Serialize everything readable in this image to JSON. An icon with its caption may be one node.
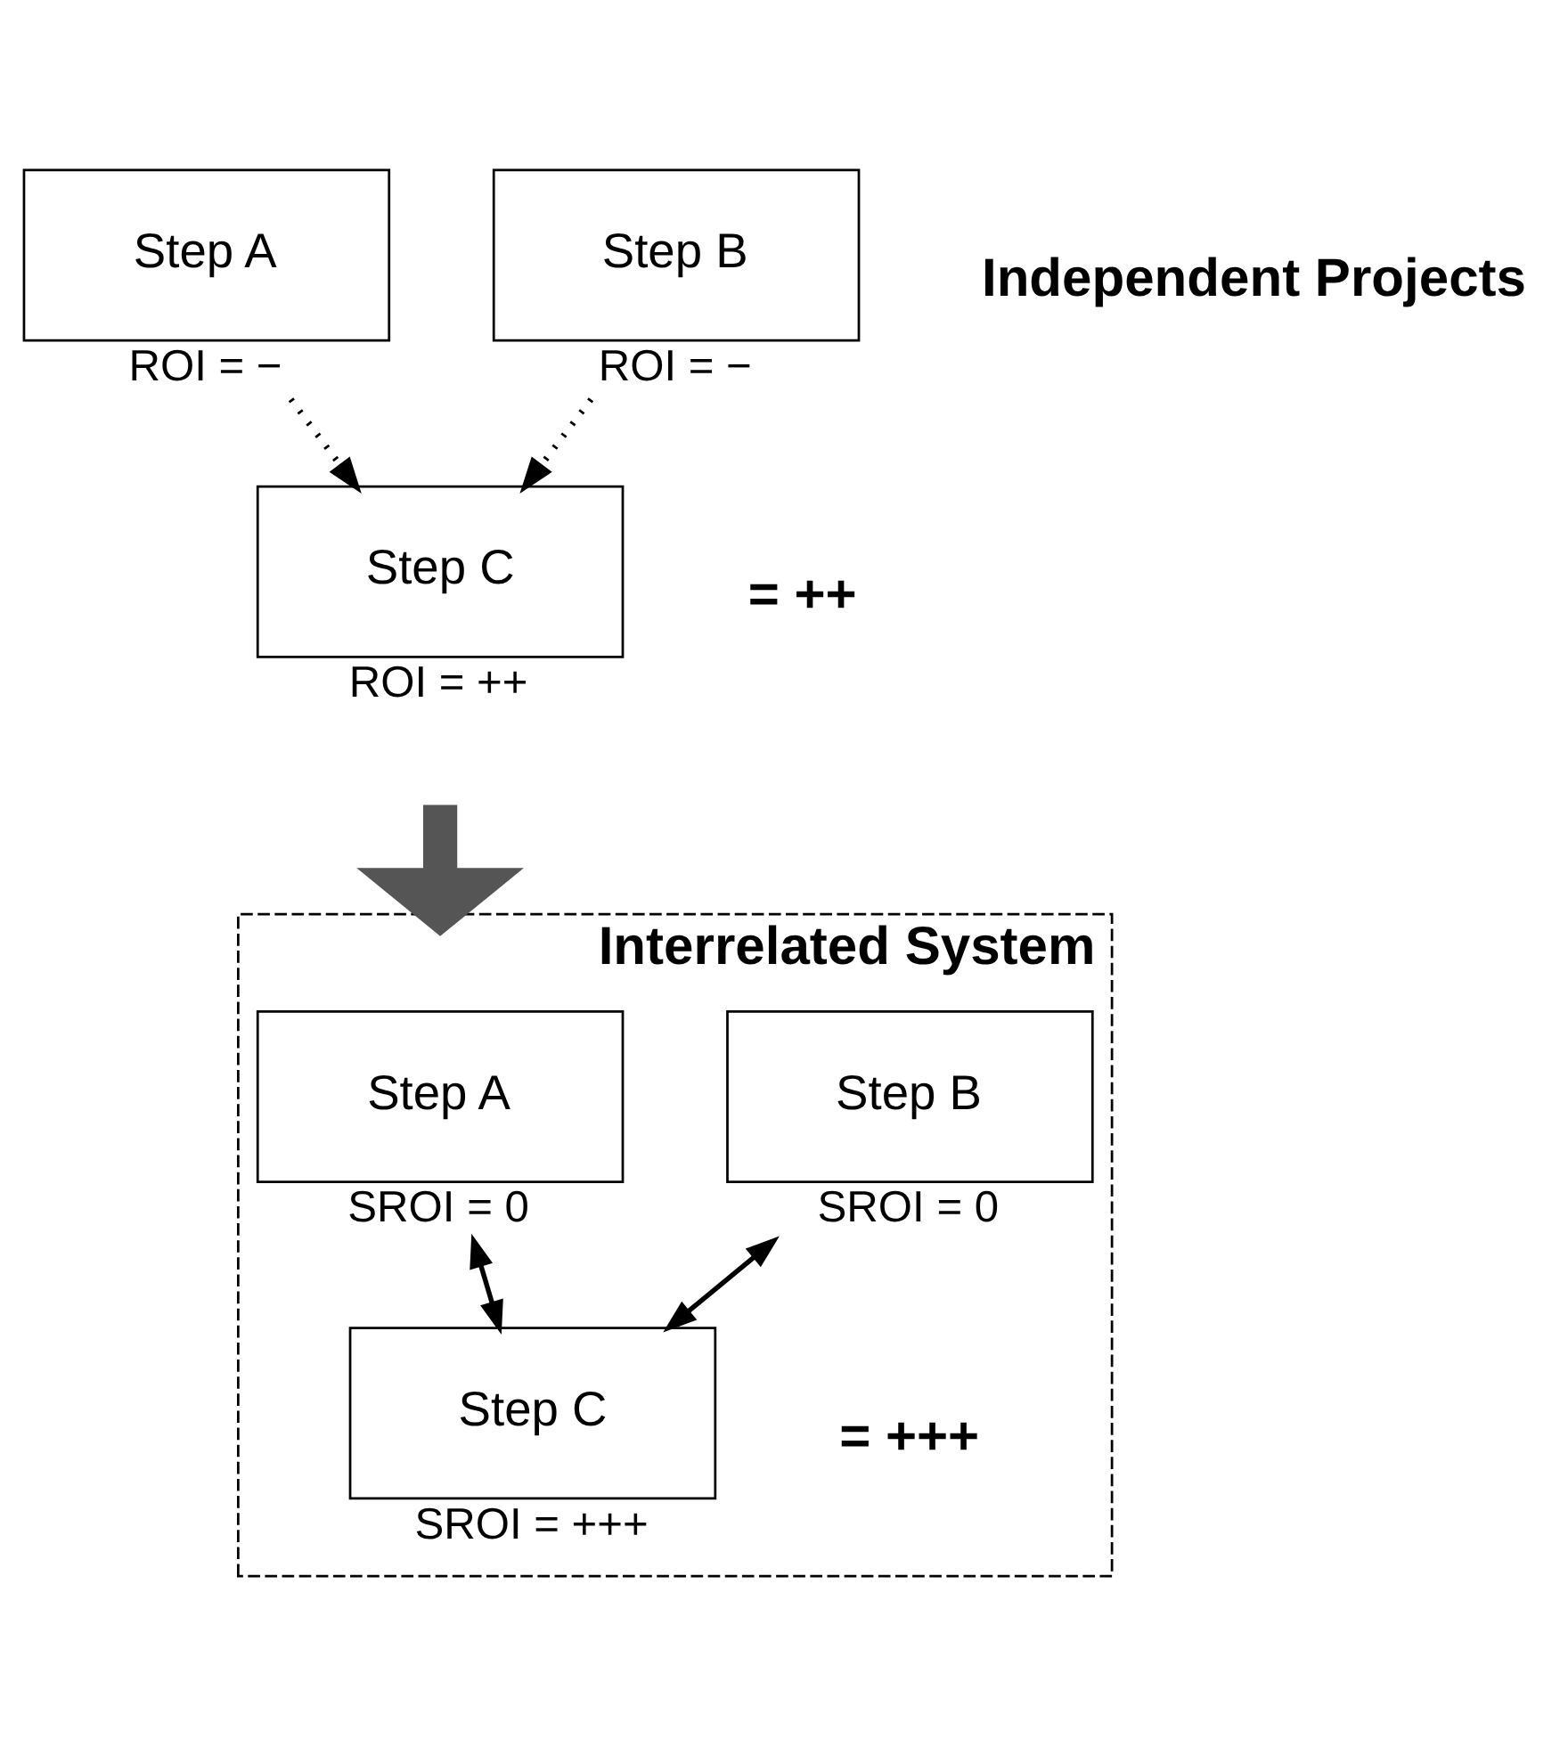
{
  "diagram": {
    "nodes": [
      {
        "text": [
          "Step A"
        ],
        "beside": [
          "ROI = −"
        ]
      },
      {
        "text": [
          "Step C"
        ],
        "beside": [
          "ROI = ++"
        ]
      },
      {
        "text": [
          "Step B"
        ],
        "beside": [
          "ROI = −"
        ]
      },
      {
        "text": [
          "Interrelated System"
        ]
      },
      {
        "text": [
          "Step A"
        ],
        "beside": [
          "SROI = 0"
        ],
        "in": 3
      },
      {
        "text": [
          "Step C"
        ],
        "beside": [
          "SROI = +++"
        ],
        "in": 3
      },
      {
        "text": [
          "Step B"
        ],
        "beside": [
          "SROI = 0"
        ],
        "in": 3
      }
    ],
    "edges": [
      {
        "from": 0,
        "to": 1,
        "arrow": "to",
        "style": "dashed"
      },
      {
        "from": 2,
        "to": 1,
        "arrow": "to",
        "style": "dashed"
      },
      {
        "from": 4,
        "to": 5,
        "arrow": "both"
      },
      {
        "from": 6,
        "to": 5,
        "arrow": "both"
      },
      {
        "from": null,
        "to": 3,
        "arrow": "to",
        "style": "thick",
        "color": "#555555"
      }
    ],
    "labels": [
      "Independent Projects",
      "= ++",
      "= +++"
    ]
  }
}
